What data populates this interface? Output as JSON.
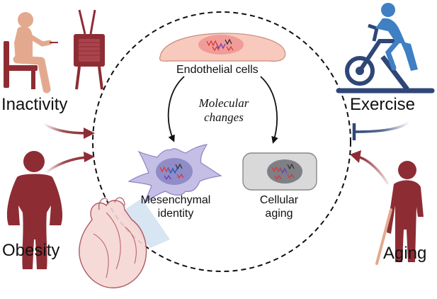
{
  "diagram": {
    "factors": {
      "inactivity": "Inactivity",
      "obesity": "Obesity",
      "exercise": "Exercise",
      "aging": "Aging"
    },
    "cells": {
      "endothelial": "Endothelial cells",
      "mesenchymal_line1": "Mesenchymal",
      "mesenchymal_line2": "identity",
      "cellular_line1": "Cellular",
      "cellular_line2": "aging"
    },
    "process": {
      "line1": "Molecular",
      "line2": "changes"
    },
    "colors": {
      "dark_red": "#8e2c34",
      "blue": "#3f7fc3",
      "navy": "#2f4677",
      "skin": "#e3a98f",
      "cell_pink": "#f7cabd",
      "cell_lilac": "#c5bfe6",
      "aging_gray": "#d9d9d9"
    },
    "icons": [
      "sitting-person-icon",
      "television-icon",
      "exercise-bike-icon",
      "obese-person-icon",
      "elderly-person-icon",
      "heart-icon",
      "dna-strand-icon"
    ]
  }
}
